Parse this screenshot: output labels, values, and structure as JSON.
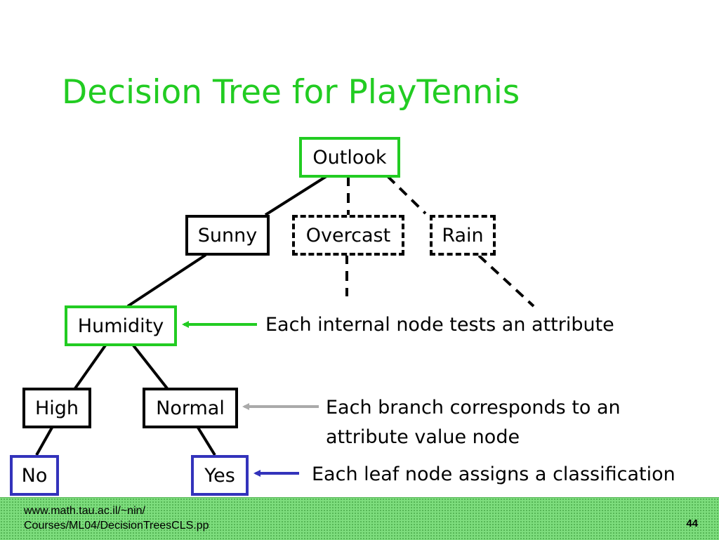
{
  "slide": {
    "title": "Decision Tree for PlayTennis"
  },
  "tree": {
    "root": "Outlook",
    "branch_sunny": "Sunny",
    "branch_overcast": "Overcast",
    "branch_rain": "Rain",
    "internal": "Humidity",
    "branch_high": "High",
    "branch_normal": "Normal",
    "leaf_no": "No",
    "leaf_yes": "Yes"
  },
  "annotations": {
    "internal_node": "Each internal node tests an attribute",
    "branch_line1": "Each branch corresponds to an",
    "branch_line2": "attribute value node",
    "leaf_node": "Each leaf node assigns a classification"
  },
  "footer": {
    "source_line1": "www.math.tau.ac.il/~nin/",
    "source_line2": "Courses/ML04/DecisionTreesCLS.pp",
    "page_number": "44"
  },
  "colors": {
    "title": "#22cc22",
    "internal_node_border": "#22cc22",
    "leaf_node_border": "#3333bb",
    "branch_arrow": "#aaaaaa",
    "footer_bg": "#7ddd7d"
  }
}
